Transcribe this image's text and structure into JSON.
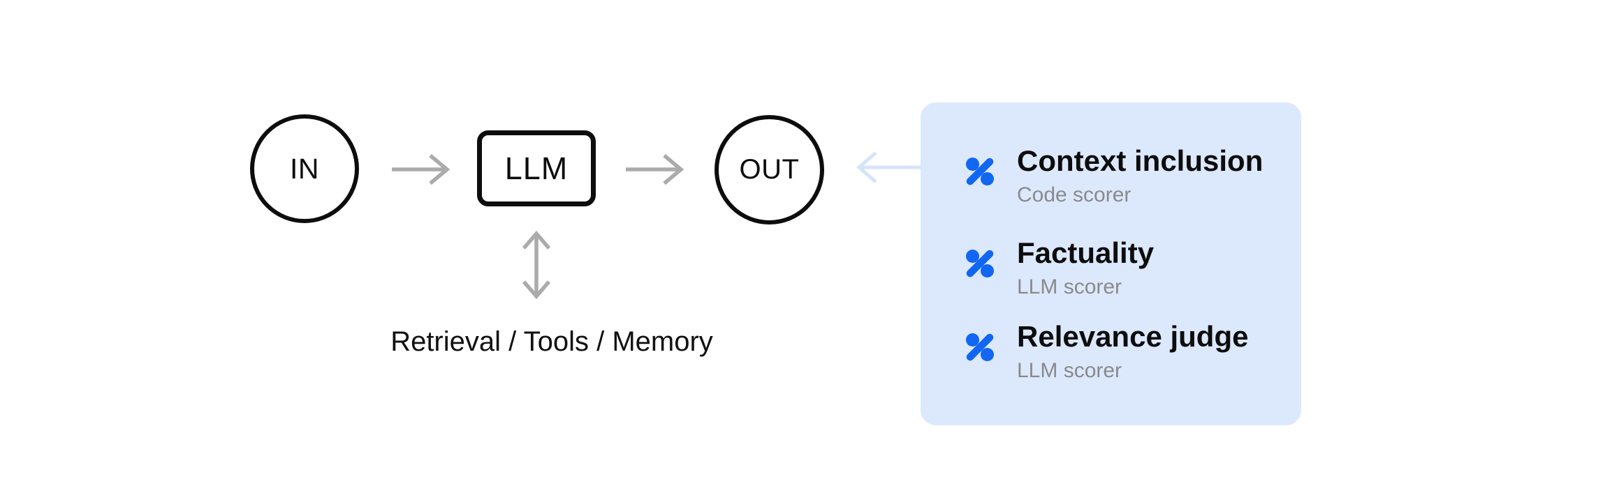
{
  "diagram": {
    "type": "llm-pipeline-flow",
    "nodes": {
      "input": {
        "label": "IN",
        "shape": "circle"
      },
      "llm": {
        "label": "LLM",
        "shape": "rounded-rect"
      },
      "output": {
        "label": "OUT",
        "shape": "circle"
      }
    },
    "edges": [
      {
        "from": "input",
        "to": "llm",
        "style": "gray-arrow"
      },
      {
        "from": "llm",
        "to": "output",
        "style": "gray-arrow"
      },
      {
        "from": "llm",
        "to": "augmentation",
        "style": "gray-double-arrow",
        "direction": "bidirectional"
      },
      {
        "from": "scorers-panel",
        "to": "output",
        "style": "light-blue-arrow"
      }
    ],
    "augmentation_label": "Retrieval / Tools / Memory"
  },
  "scorers_panel": {
    "items": [
      {
        "icon": "percent-icon",
        "title": "Context inclusion",
        "subtitle": "Code scorer"
      },
      {
        "icon": "percent-icon",
        "title": "Factuality",
        "subtitle": "LLM scorer"
      },
      {
        "icon": "percent-icon",
        "title": "Relevance judge",
        "subtitle": "LLM scorer"
      }
    ]
  },
  "colors": {
    "accent_blue": "#1166f2",
    "panel_background": "#dce8fc",
    "panel_arrow": "#d5e4fb",
    "arrow_gray": "#ababab",
    "text_primary": "#0d0d0d",
    "text_secondary": "#8a8a8a",
    "background": "#ffffff"
  }
}
